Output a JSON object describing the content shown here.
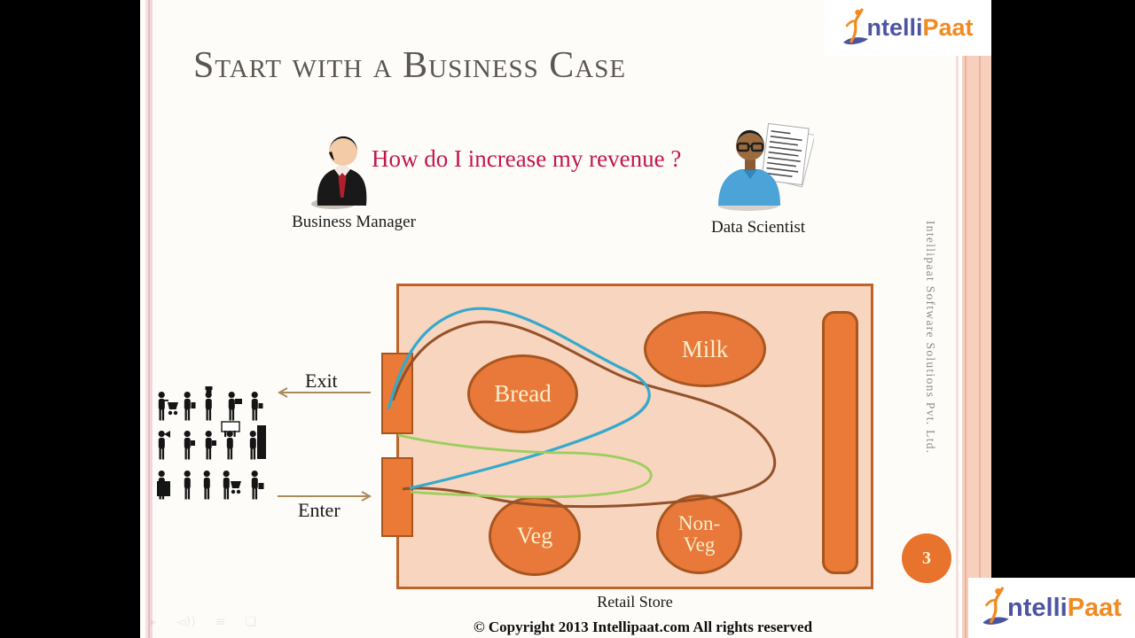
{
  "brand": {
    "logo_text_blue": "ntelli",
    "logo_text_orange": "Paat",
    "company_sidebar_text": "Intellipaat Software Solutions Pvt. Ltd."
  },
  "slide": {
    "page_number": "3",
    "title": "Start with a Business Case",
    "question": "How do I increase my revenue ?",
    "actors": [
      {
        "label": "Business Manager"
      },
      {
        "label": "Data Scientist"
      }
    ],
    "diagram": {
      "exit_label": "Exit",
      "enter_label": "Enter",
      "store_label": "Retail Store",
      "sections": [
        {
          "label": "Bread"
        },
        {
          "label": "Milk"
        },
        {
          "label": "Veg"
        },
        {
          "label": "Non-Veg"
        }
      ]
    },
    "footer": {
      "copyright": "© Copyright 2013 Intellipaat.com All rights reserved"
    }
  },
  "icons": {
    "business_manager": "business-manager-icon",
    "data_scientist": "data-scientist-icon",
    "shoppers_crowd": "shoppers-crowd-icon",
    "brand_person": "intellipaat-person-icon"
  },
  "colors": {
    "accent_orange": "#EA7A35",
    "store_fill": "#F8D5BF",
    "store_border": "#BE6327",
    "path_brown": "#94512A",
    "path_blue": "#35A9CC",
    "path_green": "#9CCE5E",
    "arrow_tan": "#A98B5C",
    "question_red": "#C3164B",
    "page_circle_orange": "#E8732C",
    "logo_blue": "#4C55A3",
    "logo_orange": "#F08A21"
  }
}
